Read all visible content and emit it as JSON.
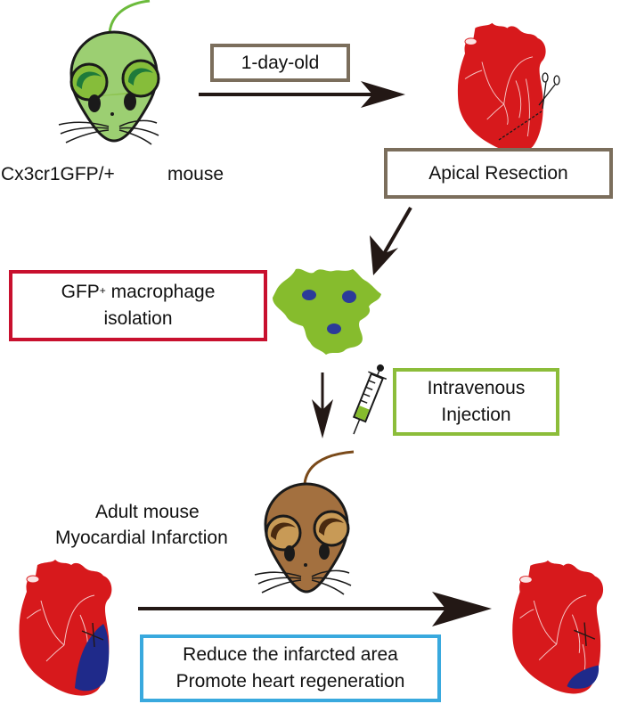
{
  "figure": {
    "type": "experimental workflow schematic",
    "colors": {
      "gfp_mouse": "#9ccf72",
      "gfp_mouse_ear": "#86bd3a",
      "gfp_mouse_ear_inner": "#1e7a3a",
      "adult_mouse": "#a3703f",
      "adult_mouse_ear": "#c89a56",
      "adult_mouse_ear_inner": "#4a2a10",
      "heart": "#d7191c",
      "infarct": "#1f2a8a",
      "macrophage": "#86bc2d",
      "nucleus": "#2b3b9a",
      "arrow": "#231815",
      "box_brown": "#7b6e5c",
      "box_red": "#c8102e",
      "box_green": "#8cbd3a",
      "box_blue": "#39a9de"
    }
  },
  "labels": {
    "mouse_strain": "Cx3cr1GFP/+",
    "mouse_word": "mouse",
    "age": "1-day-old",
    "procedure": "Apical Resection",
    "isolation_main": "GFP",
    "isolation_sup": "+",
    "isolation_rest": " macrophage",
    "isolation_line2": "isolation",
    "injection_line1": "Intravenous",
    "injection_line2": "Injection",
    "adult_line1": "Adult mouse",
    "adult_line2": "Myocardial Infarction",
    "outcome_line1": "Reduce the infarcted area",
    "outcome_line2": "Promote heart regeneration"
  }
}
